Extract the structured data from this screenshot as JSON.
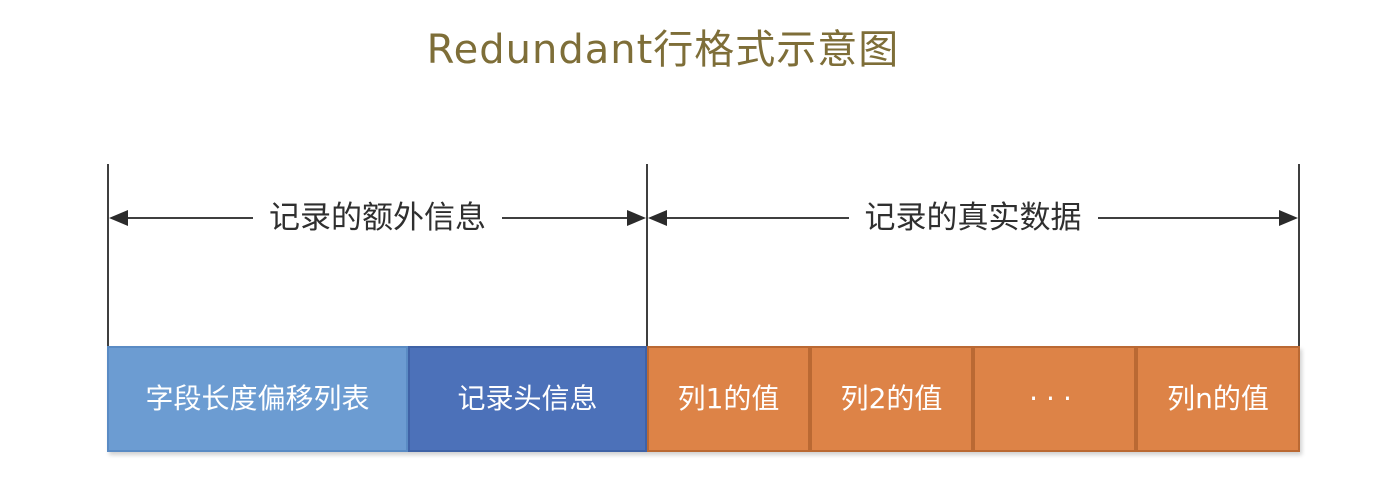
{
  "title": "Redundant行格式示意图",
  "dimension_labels": {
    "extra_info": "记录的额外信息",
    "real_data": "记录的真实数据"
  },
  "record_boxes": [
    {
      "label": "字段长度偏移列表",
      "group": "extra-info",
      "fill": "#6C9CD2",
      "border": "#5A8BC4",
      "text_color": "#FFFFFF"
    },
    {
      "label": "记录头信息",
      "group": "extra-info",
      "fill": "#4C71B9",
      "border": "#3F62A6",
      "text_color": "#FFFFFF"
    },
    {
      "label": "列1的值",
      "group": "real-data",
      "fill": "#DD8347",
      "border": "#BA6933",
      "text_color": "#FFFFFF"
    },
    {
      "label": "列2的值",
      "group": "real-data",
      "fill": "#DD8347",
      "border": "#BA6933",
      "text_color": "#FFFFFF"
    },
    {
      "label": "···",
      "group": "real-data",
      "fill": "#DD8347",
      "border": "#BA6933",
      "text_color": "#FFFFFF"
    },
    {
      "label": "列n的值",
      "group": "real-data",
      "fill": "#DD8347",
      "border": "#BA6933",
      "text_color": "#FFFFFF"
    }
  ],
  "colors": {
    "title_text": "#7E6E38",
    "line": "#3F3F3F",
    "arrow": "#2B2B2B",
    "dimension_label_text": "#2F2F2F",
    "background": "#FFFFFF"
  }
}
